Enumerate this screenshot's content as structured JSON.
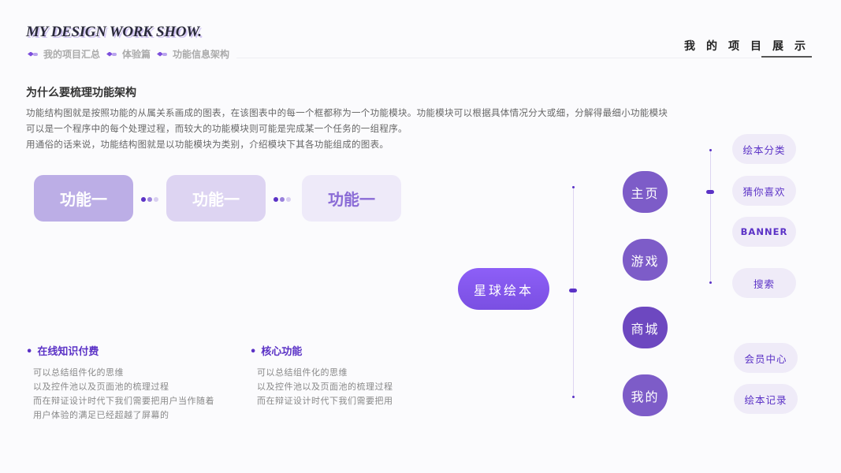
{
  "header": {
    "title": "MY DESIGN WORK SHOW.",
    "breadcrumbs": [
      "我的项目汇总",
      "体验篇",
      "功能信息架构"
    ],
    "nav": "我的项目展示"
  },
  "intro": {
    "heading": "为什么要梳理功能架构",
    "lines": [
      "功能结构图就是按照功能的从属关系画成的图表，在该图表中的每一个框都称为一个功能模块。功能模块可以根据具体情况分大或细，分解得最细小功能模块",
      "可以是一个程序中的每个处理过程，而较大的功能模块则可能是完成某一个任务的一组程序。",
      "用通俗的话来说，功能结构图就是以功能模块为类别，介绍模块下其各功能组成的图表。"
    ]
  },
  "flow": [
    "功能一",
    "功能一",
    "功能一"
  ],
  "sections": [
    {
      "title": "在线知识付费",
      "lines": [
        "可以总结组件化的思维",
        "以及控件池以及页面池的梳理过程",
        "而在辩证设计时代下我们需要把用户当作随着",
        "用户体验的满足已经超越了屏幕的"
      ]
    },
    {
      "title": "核心功能",
      "lines": [
        "可以总结组件化的思维",
        "以及控件池以及页面池的梳理过程",
        "而在辩证设计时代下我们需要把用"
      ]
    }
  ],
  "tree": {
    "root": "星球绘本",
    "children": [
      "主页",
      "游戏",
      "商城",
      "我的"
    ],
    "leaves": [
      "绘本分类",
      "猜你喜欢",
      "BANNER",
      "搜索",
      "会员中心",
      "绘本记录"
    ]
  },
  "colors": {
    "accent": "#5b32c6",
    "node": "#7d5cc8"
  }
}
